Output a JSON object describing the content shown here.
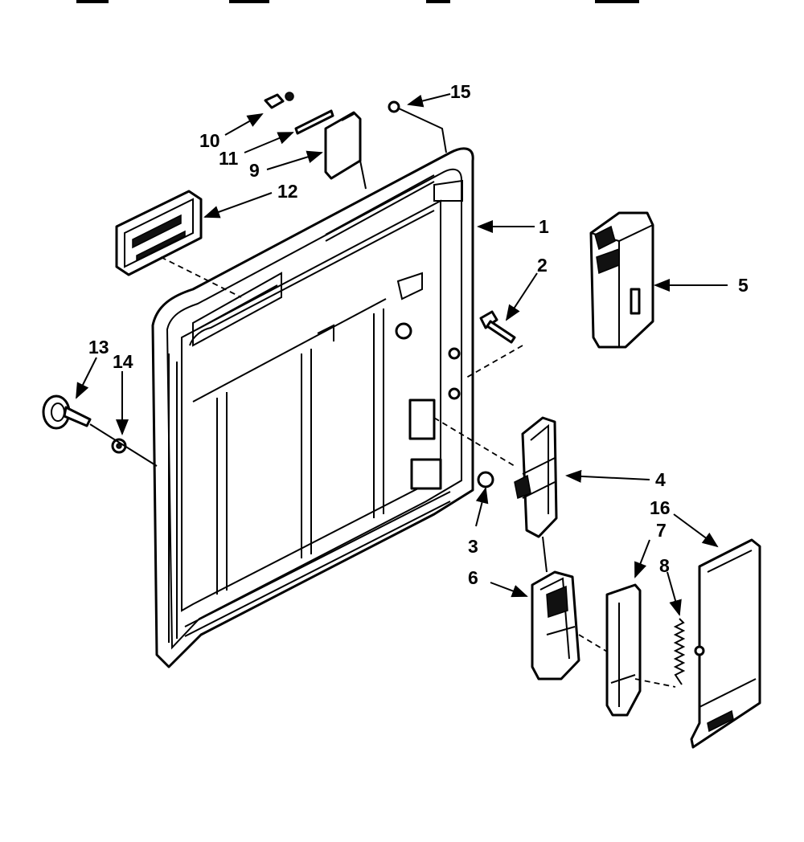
{
  "diagram": {
    "type": "exploded-parts-view",
    "line_color": "#000000",
    "background": "#ffffff",
    "callouts": [
      {
        "id": "1",
        "label": "1"
      },
      {
        "id": "2",
        "label": "2"
      },
      {
        "id": "3",
        "label": "3"
      },
      {
        "id": "4",
        "label": "4"
      },
      {
        "id": "5",
        "label": "5"
      },
      {
        "id": "6",
        "label": "6"
      },
      {
        "id": "7",
        "label": "7"
      },
      {
        "id": "8",
        "label": "8"
      },
      {
        "id": "9",
        "label": "9"
      },
      {
        "id": "10",
        "label": "10"
      },
      {
        "id": "11",
        "label": "11"
      },
      {
        "id": "12",
        "label": "12"
      },
      {
        "id": "13",
        "label": "13"
      },
      {
        "id": "14",
        "label": "14"
      },
      {
        "id": "15",
        "label": "15"
      },
      {
        "id": "16",
        "label": "16"
      }
    ]
  }
}
